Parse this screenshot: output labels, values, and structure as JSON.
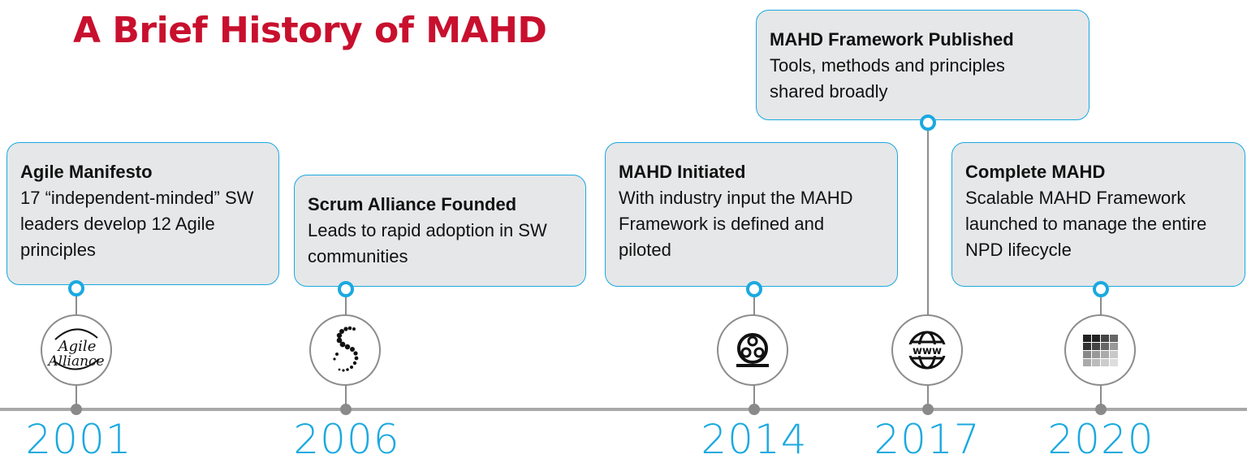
{
  "title": "A Brief History of MAHD",
  "colors": {
    "title": "#c8102e",
    "accent": "#1aa9e0",
    "card_fill": "#e6e7e8",
    "line_gray": "#a8a8a8"
  },
  "events": [
    {
      "year": "2001",
      "title": "Agile Manifesto",
      "description": "17 “independent-minded” SW leaders develop 12 Agile principles",
      "icon": "agile-alliance-logo",
      "icon_text": [
        "Agile",
        "Alliance"
      ]
    },
    {
      "year": "2006",
      "title": "Scrum Alliance Founded",
      "description": "Leads to rapid adoption in SW communities",
      "icon": "scrum-alliance-dots-icon"
    },
    {
      "year": "2014",
      "title": "MAHD Initiated",
      "description": "With industry input the MAHD Framework is defined and piloted",
      "icon": "film-reel-icon"
    },
    {
      "year": "2017",
      "title": "MAHD Framework Published",
      "description": "Tools, methods and principles shared broadly",
      "icon": "globe-www-icon",
      "icon_text": "www"
    },
    {
      "year": "2020",
      "title": "Complete MAHD",
      "description": "Scalable MAHD Framework launched to manage the entire NPD lifecycle",
      "icon": "grid-squares-icon"
    }
  ]
}
